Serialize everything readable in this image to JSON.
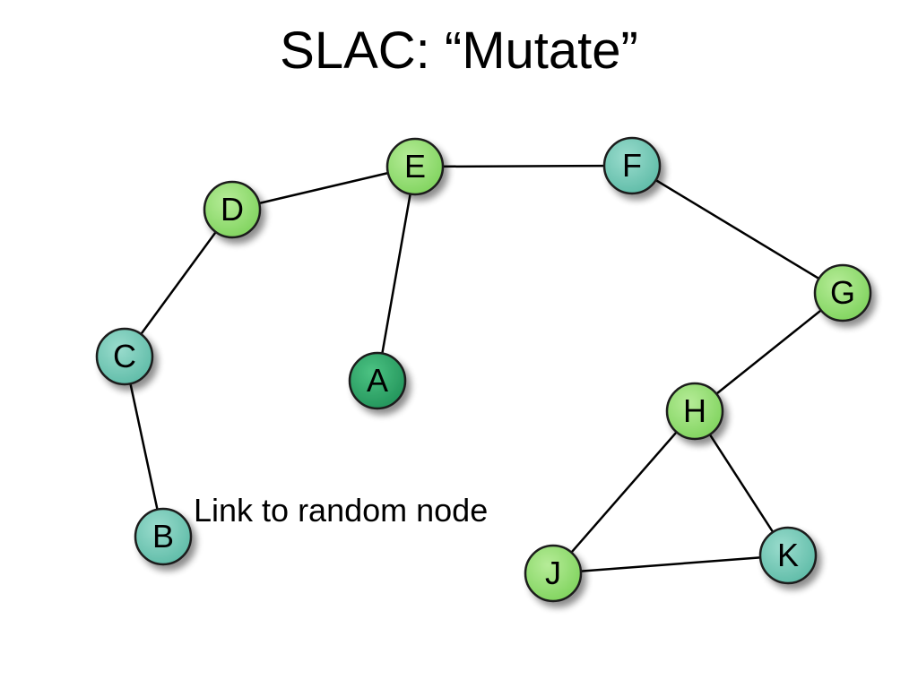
{
  "slide": {
    "title": "SLAC: “Mutate”",
    "annotation": "Link to random node"
  },
  "colors": {
    "light_green": "#8fdc6f",
    "teal": "#6ec6b4",
    "dark_green": "#2fa86a",
    "edge": "#000000"
  },
  "graph": {
    "nodes": [
      {
        "id": "A",
        "label": "A",
        "fill": "dark_green"
      },
      {
        "id": "B",
        "label": "B",
        "fill": "teal"
      },
      {
        "id": "C",
        "label": "C",
        "fill": "teal"
      },
      {
        "id": "D",
        "label": "D",
        "fill": "light_green"
      },
      {
        "id": "E",
        "label": "E",
        "fill": "light_green"
      },
      {
        "id": "F",
        "label": "F",
        "fill": "teal"
      },
      {
        "id": "G",
        "label": "G",
        "fill": "light_green"
      },
      {
        "id": "H",
        "label": "H",
        "fill": "light_green"
      },
      {
        "id": "J",
        "label": "J",
        "fill": "light_green"
      },
      {
        "id": "K",
        "label": "K",
        "fill": "teal"
      }
    ],
    "edges": [
      [
        "B",
        "C"
      ],
      [
        "C",
        "D"
      ],
      [
        "D",
        "E"
      ],
      [
        "E",
        "A"
      ],
      [
        "E",
        "F"
      ],
      [
        "F",
        "G"
      ],
      [
        "G",
        "H"
      ],
      [
        "H",
        "J"
      ],
      [
        "H",
        "K"
      ],
      [
        "J",
        "K"
      ]
    ]
  }
}
